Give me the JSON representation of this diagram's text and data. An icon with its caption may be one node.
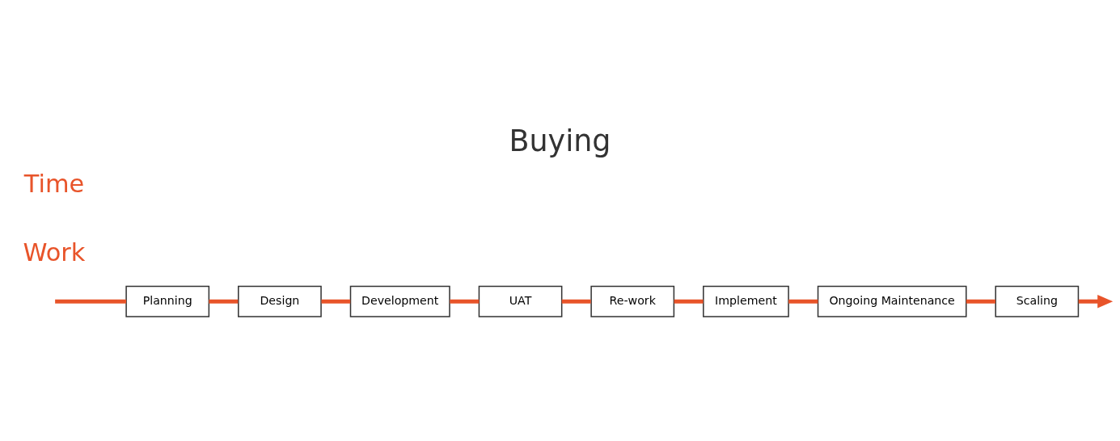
{
  "diagram": {
    "title": "Buying",
    "nodes": [
      {
        "text": [
          "Planning"
        ]
      },
      {
        "text": [
          "Design"
        ]
      },
      {
        "text": [
          "Development"
        ]
      },
      {
        "text": [
          "UAT"
        ]
      },
      {
        "text": [
          "Re-work"
        ]
      },
      {
        "text": [
          "Implement"
        ]
      },
      {
        "text": [
          "Ongoing Maintenance"
        ]
      },
      {
        "text": [
          "Scaling"
        ]
      }
    ],
    "edges": [
      {
        "from": null,
        "to": 0,
        "arrow": "none"
      },
      {
        "from": 0,
        "to": 1,
        "arrow": "none"
      },
      {
        "from": 1,
        "to": 2,
        "arrow": "none"
      },
      {
        "from": 2,
        "to": 3,
        "arrow": "none"
      },
      {
        "from": 3,
        "to": 4,
        "arrow": "none"
      },
      {
        "from": 4,
        "to": 5,
        "arrow": "none"
      },
      {
        "from": 5,
        "to": 6,
        "arrow": "none"
      },
      {
        "from": 6,
        "to": 7,
        "arrow": "none"
      },
      {
        "from": 7,
        "to": null,
        "arrow": "to"
      }
    ],
    "labels": [
      "Work",
      "Time"
    ]
  }
}
